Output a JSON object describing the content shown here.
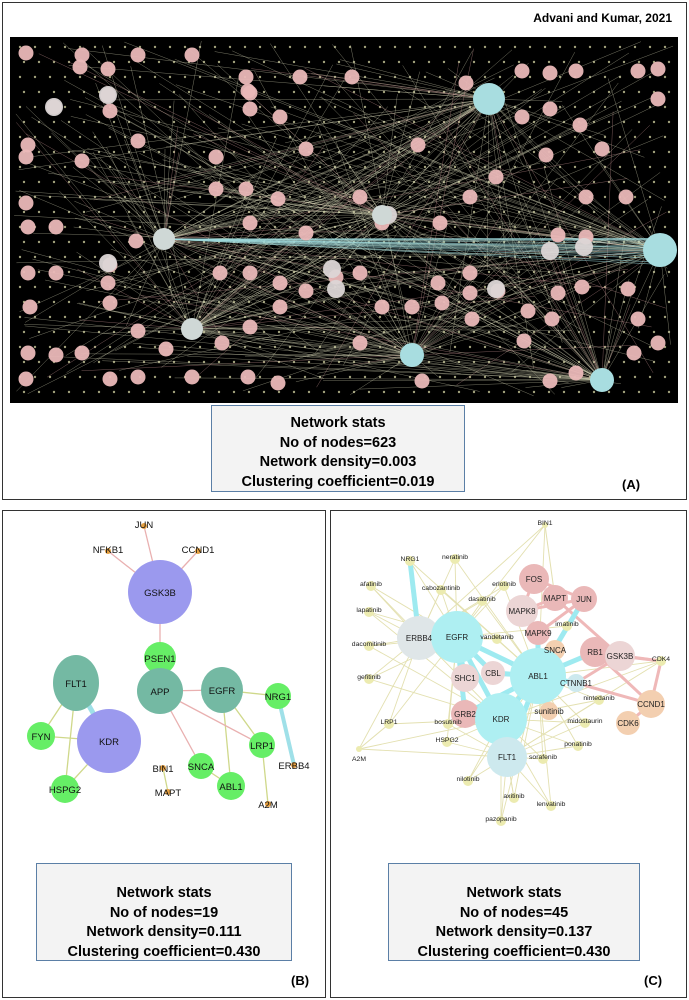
{
  "citation": "Advani and Kumar, 2021",
  "panel_a": {
    "label": "(A)",
    "stats": {
      "title": "Network stats",
      "nodes": "No of nodes=623",
      "density": "Network density=0.003",
      "clustering": "Clustering coefficient=0.019"
    }
  },
  "panel_b": {
    "label": "(B)",
    "stats": {
      "title": "Network stats",
      "nodes": "No of nodes=19",
      "density": "Network density=0.111",
      "clustering": "Clustering coefficient=0.430"
    },
    "node_labels": [
      "JUN",
      "NFKB1",
      "CCND1",
      "GSK3B",
      "PSEN1",
      "FLT1",
      "APP",
      "EGFR",
      "NRG1",
      "KDR",
      "FYN",
      "SNCA",
      "LRP1",
      "ERBB4",
      "BIN1",
      "MAPT",
      "ABL1",
      "HSPG2",
      "A2M"
    ]
  },
  "panel_c": {
    "label": "(C)",
    "stats": {
      "title": "Network stats",
      "nodes": "No of nodes=45",
      "density": "Network density=0.137",
      "clustering": "Clustering coefficient=0.430"
    },
    "node_labels": [
      "BIN1",
      "NRG1",
      "neratinib",
      "FOS",
      "afatinib",
      "cabozantinib",
      "erlotinib",
      "MAPT",
      "dasatinib",
      "MAPK8",
      "JUN",
      "lapatinib",
      "ERBB4",
      "EGFR",
      "imatinib",
      "MAPK9",
      "vandetanib",
      "SNCA",
      "RB1",
      "GSK3B",
      "CDK4",
      "dacomitinib",
      "SHC1",
      "CBL",
      "ABL1",
      "CTNNB1",
      "gefitinib",
      "nintedanib",
      "CCND1",
      "GRB2",
      "KDR",
      "sunitinib",
      "LRP1",
      "bosutinib",
      "midostaurin",
      "CDK6",
      "HSPG2",
      "ponatinib",
      "A2M",
      "FLT1",
      "sorafenib",
      "nilotinib",
      "axitinib",
      "lenvatinib",
      "pazopanib"
    ]
  },
  "colors": {
    "pink": "#eab8b8",
    "cyan": "#a8dde0",
    "purple": "#9b99ee",
    "teal": "#74b9a3",
    "green": "#66ee66",
    "yellow": "#e8e6a0",
    "peach": "#f3cfb0",
    "border": "#5b7fa6"
  }
}
